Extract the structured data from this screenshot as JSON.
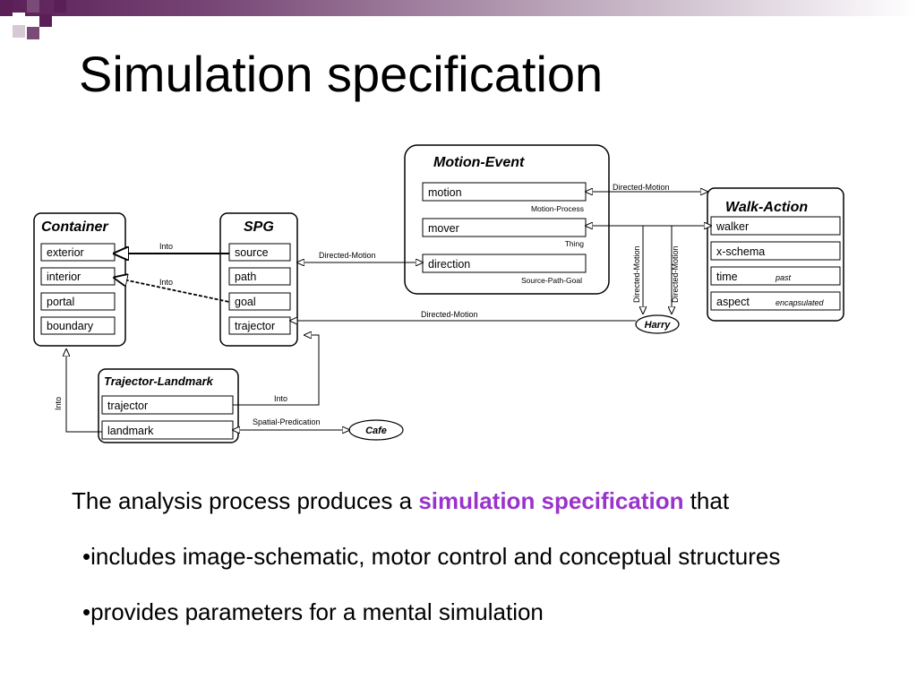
{
  "title": "Simulation specification",
  "diagram": {
    "container": {
      "title": "Container",
      "slots": [
        "exterior",
        "interior",
        "portal",
        "boundary"
      ]
    },
    "spg": {
      "title": "SPG",
      "slots": [
        "source",
        "path",
        "goal",
        "trajector"
      ]
    },
    "motion_event": {
      "title": "Motion-Event",
      "slots": [
        "motion",
        "mover",
        "direction"
      ],
      "notes": [
        "Motion-Process",
        "Thing",
        "Source-Path-Goal"
      ]
    },
    "walk_action": {
      "title": "Walk-Action",
      "slots": [
        "walker",
        "x-schema",
        "time",
        "aspect"
      ],
      "values": {
        "time": "past",
        "aspect": "encapsulated"
      }
    },
    "trajector_landmark": {
      "title": "Trajector-Landmark",
      "slots": [
        "trajector",
        "landmark"
      ]
    },
    "harry": "Harry",
    "cafe": "Cafe",
    "labels": {
      "into1": "Into",
      "into2": "Into",
      "into3": "Into",
      "into4": "Into",
      "directed_motion_1": "Directed-Motion",
      "directed_motion_2": "Directed-Motion",
      "directed_motion_3": "Directed-Motion",
      "directed_motion_v1": "Directed-Motion",
      "directed_motion_v2": "Directed-Motion",
      "spatial_predication": "Spatial-Predication"
    }
  },
  "text": {
    "intro_before": "The analysis process produces a ",
    "intro_highlight": "simulation specification",
    "intro_after": " that",
    "bullet1": "•includes image-schematic, motor control and conceptual structures",
    "bullet2": "•provides parameters for a mental simulation"
  },
  "colors": {
    "highlight": "#9933cc",
    "header_bar": "#5a1f57"
  }
}
